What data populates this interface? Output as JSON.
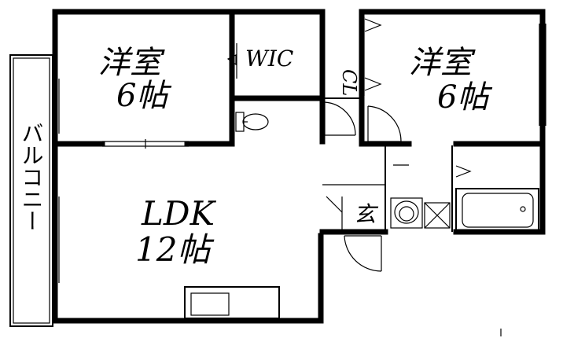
{
  "rooms": {
    "western_left": {
      "name": "洋室",
      "size": "6帖"
    },
    "wic": {
      "name": "WIC"
    },
    "closet": {
      "name": "CL"
    },
    "western_right": {
      "name": "洋室",
      "size": "6帖"
    },
    "ldk": {
      "name": "LDK",
      "size": "12帖"
    },
    "entrance": {
      "name": "玄"
    },
    "balcony": {
      "name": "バルコニー"
    }
  },
  "colors": {
    "line": "#000000",
    "background": "#ffffff"
  }
}
